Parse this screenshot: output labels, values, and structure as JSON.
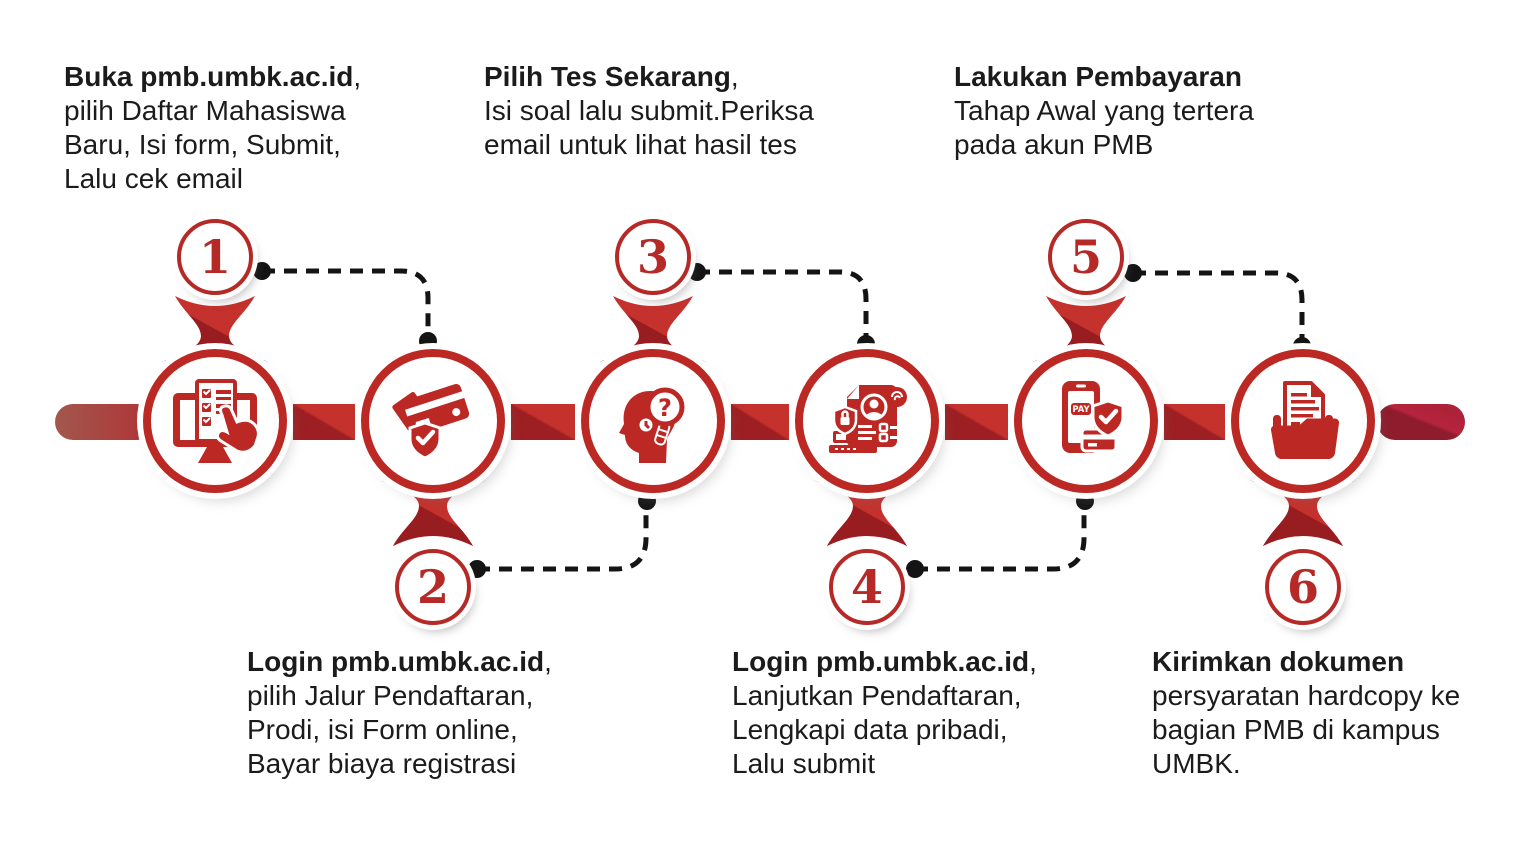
{
  "palette": {
    "red": "#bc2823",
    "bright_red": "#c5312c",
    "dark_red": "#8f1a1e",
    "maroon": "#9d1f23",
    "bar_left_muted": "#a2574d",
    "bar_right_dark": "#8e1c2c",
    "connector_black": "#141414",
    "text": "#1b1b1b",
    "background": "#ffffff"
  },
  "steps": [
    {
      "number": "1",
      "position": "top",
      "title": "Buka pmb.umbk.ac.id",
      "title_suffix": ",",
      "desc": "pilih Daftar Mahasiswa\nBaru, Isi form, Submit,\nLalu cek email",
      "icon": "monitor-form-icon"
    },
    {
      "number": "2",
      "position": "bottom",
      "title": "Login pmb.umbk.ac.id",
      "title_suffix": ",",
      "desc": "pilih Jalur Pendaftaran,\nProdi, isi Form online,\nBayar biaya registrasi",
      "icon": "credit-cards-shield-icon"
    },
    {
      "number": "3",
      "position": "top",
      "title": "Pilih Tes Sekarang",
      "title_suffix": ",",
      "desc": "Isi soal lalu submit.Periksa\nemail untuk lihat hasil tes",
      "icon": "head-magnifier-icon"
    },
    {
      "number": "4",
      "position": "bottom",
      "title": "Login pmb.umbk.ac.id",
      "title_suffix": ",",
      "desc": "Lanjutkan Pendaftaran,\nLengkapi data pribadi,\nLalu submit",
      "icon": "secure-document-icon"
    },
    {
      "number": "5",
      "position": "top",
      "title": "Lakukan Pembayaran",
      "title_suffix": "",
      "desc": "Tahap Awal yang tertera\npada akun PMB",
      "icon": "mobile-payment-icon",
      "icon_label": "PAY"
    },
    {
      "number": "6",
      "position": "bottom",
      "title": "Kirimkan dokumen",
      "title_suffix": "",
      "desc": "persyaratan hardcopy ke\nbagian PMB di kampus\nUMBK.",
      "icon": "folder-documents-icon"
    }
  ]
}
